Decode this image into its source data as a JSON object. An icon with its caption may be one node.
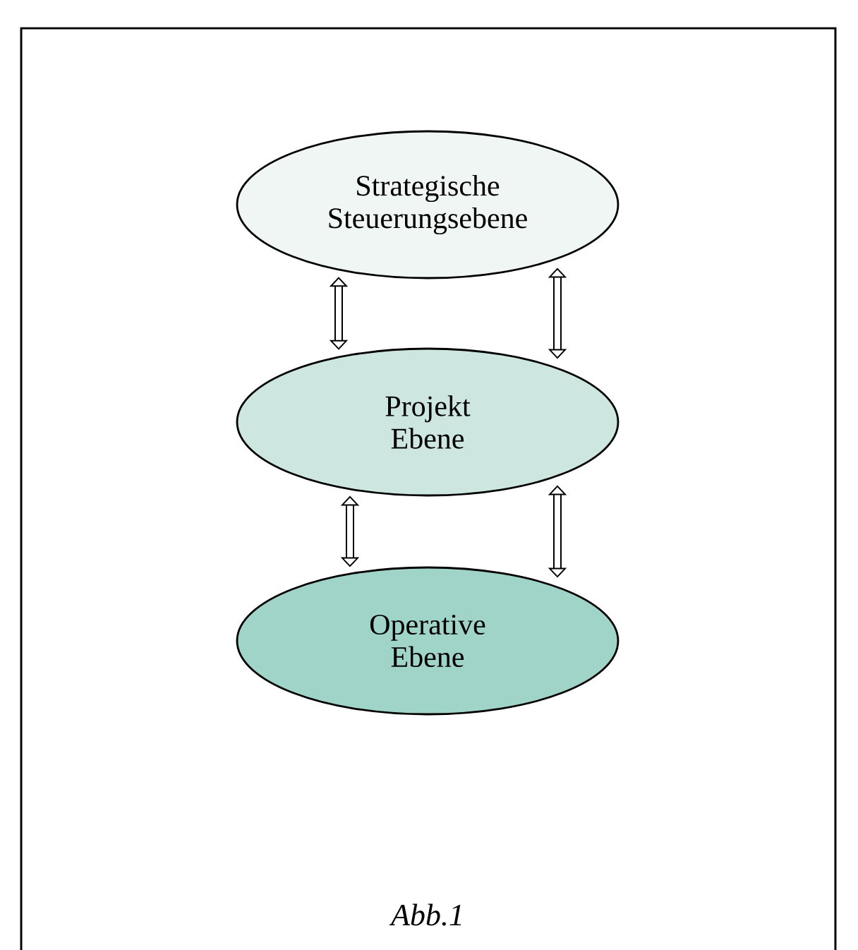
{
  "diagram": {
    "caption": "Abb.1",
    "nodes": [
      {
        "text": [
          "Strategische Steuerungsebene"
        ]
      },
      {
        "text": [
          "Projekt Ebene"
        ]
      },
      {
        "text": [
          "Operative Ebene"
        ]
      }
    ],
    "edges": [
      {
        "from": 0,
        "to": 1,
        "arrow": "both"
      },
      {
        "from": 0,
        "to": 1,
        "arrow": "both"
      },
      {
        "from": 1,
        "to": 2,
        "arrow": "both"
      },
      {
        "from": 1,
        "to": 2,
        "arrow": "both"
      }
    ]
  }
}
